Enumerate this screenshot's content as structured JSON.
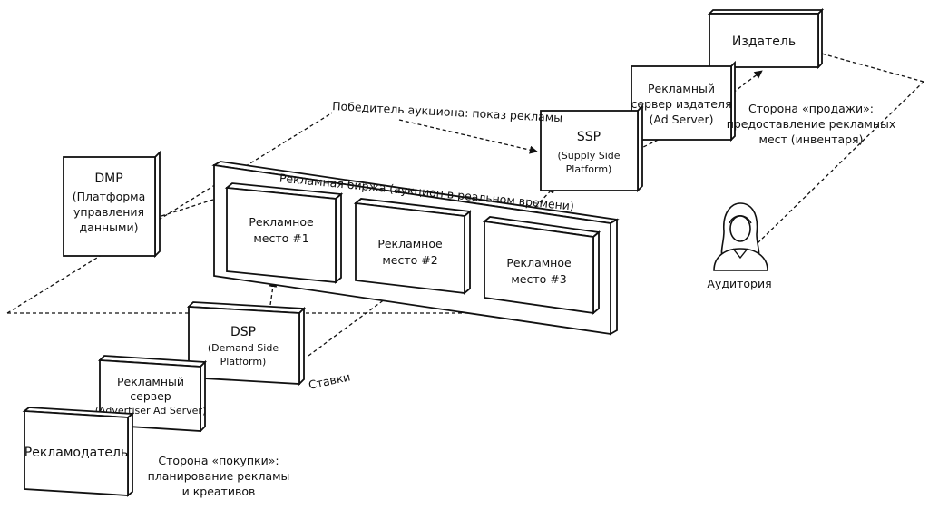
{
  "boxes": {
    "publisher": {
      "title": "Издатель"
    },
    "publisher_ad_server": {
      "lines": [
        "Рекламный",
        "сервер издателя",
        "(Ad Server)"
      ]
    },
    "ssp": {
      "title": "SSP",
      "lines": [
        "(Supply Side",
        "Platform)"
      ]
    },
    "dmp": {
      "title": "DMP",
      "lines": [
        "(Платформа",
        "управления",
        "данными)"
      ]
    },
    "exchange": {
      "label": "Рекламная биржа (аукцион в реальном времени)"
    },
    "slot1": {
      "lines": [
        "Рекламное",
        "место #1"
      ]
    },
    "slot2": {
      "lines": [
        "Рекламное",
        "место #2"
      ]
    },
    "slot3": {
      "lines": [
        "Рекламное",
        "место #3"
      ]
    },
    "dsp": {
      "title": "DSP",
      "lines": [
        "(Demand Side",
        "Platform)"
      ]
    },
    "advertiser_ad_server": {
      "lines": [
        "Рекламный",
        "сервер",
        "(Advertiser Ad Server)"
      ]
    },
    "advertiser": {
      "title": "Рекламодатель"
    }
  },
  "labels": {
    "auction_winner": "Победитель аукциона: показ рекламы",
    "sell_side": [
      "Сторона «продажи»:",
      "предоставление рекламных",
      "мест (инвентаря)"
    ],
    "buy_side": [
      "Сторона «покупки»:",
      "планирование рекламы",
      "и креативов"
    ],
    "bids": "Ставки",
    "audience": "Аудитория"
  },
  "icons": {
    "audience": "person-icon"
  }
}
